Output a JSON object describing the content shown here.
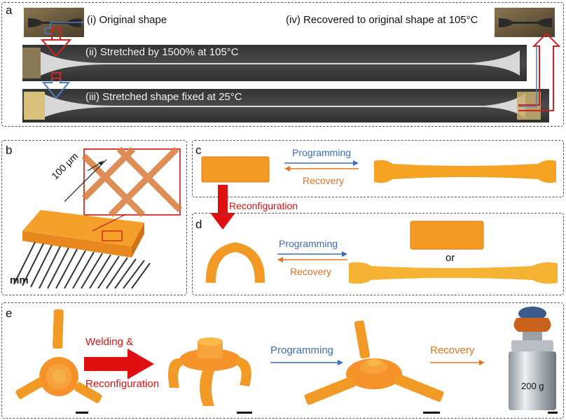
{
  "panels": {
    "a": {
      "label": "a",
      "step1": "(i) Original shape",
      "step2": "(ii) Stretched by 1500% at 105°C",
      "step3": "(iii) Stretched shape fixed at 25°C",
      "step4": "(iv) Recovered to original shape at 105°C"
    },
    "b": {
      "label": "b",
      "scale_label": "100 μm",
      "ruler_unit": "mm"
    },
    "c": {
      "label": "c",
      "programming": "Programming",
      "recovery": "Recovery"
    },
    "reconfiguration": "Reconfiguration",
    "d": {
      "label": "d",
      "programming": "Programming",
      "recovery": "Recovery",
      "or": "or"
    },
    "e": {
      "label": "e",
      "welding": "Welding &",
      "reconfiguration": "Reconfiguration",
      "programming": "Programming",
      "recovery": "Recovery",
      "weight": "200 g"
    }
  },
  "colors": {
    "programming": "#3d6bb5",
    "recovery": "#e2731f",
    "arrow_red": "#e01010",
    "lattice": "#f2a33a"
  }
}
